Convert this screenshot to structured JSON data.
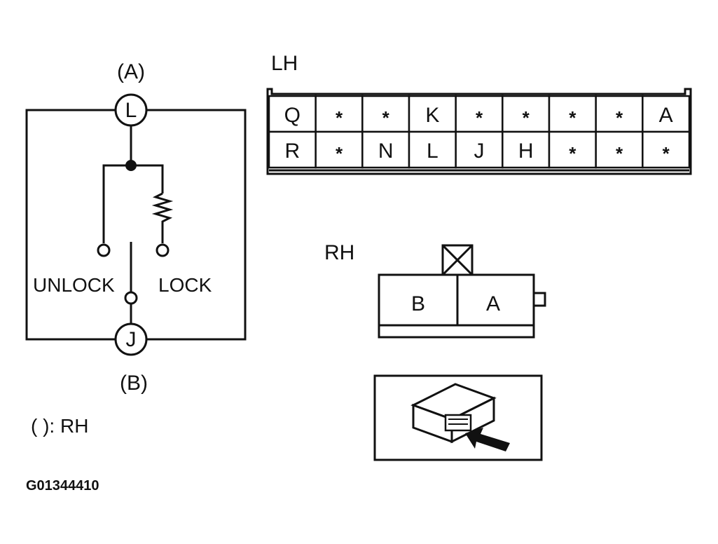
{
  "schematic": {
    "terminal_top_label": "(A)",
    "terminal_top_pin": "L",
    "terminal_bottom_label": "(B)",
    "terminal_bottom_pin": "J",
    "unlock_label": "UNLOCK",
    "lock_label": "LOCK",
    "legend": "( ): RH"
  },
  "lh_connector": {
    "title": "LH",
    "row1": [
      "Q",
      "*",
      "*",
      "K",
      "*",
      "*",
      "*",
      "*",
      "A"
    ],
    "row2": [
      "R",
      "*",
      "N",
      "L",
      "J",
      "H",
      "*",
      "*",
      "*"
    ]
  },
  "rh_connector": {
    "title": "RH",
    "pins": [
      "B",
      "A"
    ]
  },
  "figure_code": "G01344410"
}
